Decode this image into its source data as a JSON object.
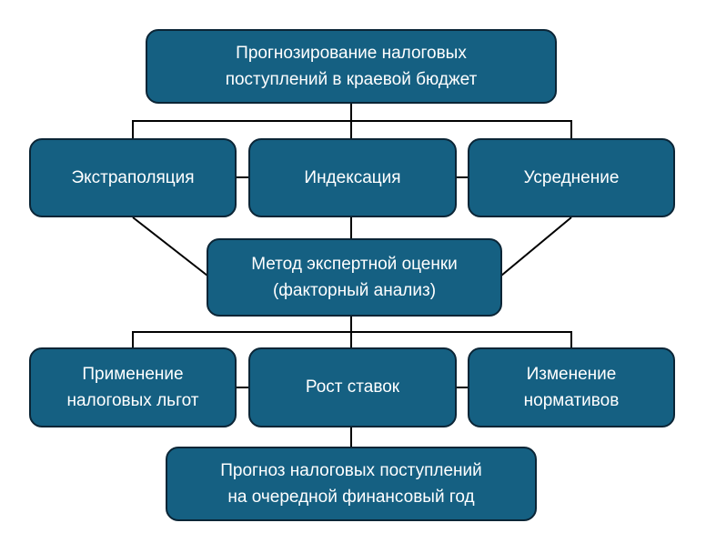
{
  "diagram": {
    "type": "flowchart",
    "colors": {
      "node_fill": "#156082",
      "node_border": "#0b2536",
      "connector_color": "#000000",
      "text_color": "#ffffff",
      "background": "#ffffff"
    },
    "nodes": {
      "root": {
        "label": "Прогнозирование налоговых поступлений в краевой бюджет",
        "lines": [
          "Прогнозирование налоговых",
          "поступлений в краевой бюджет"
        ]
      },
      "extrap": {
        "label": "Экстраполяция",
        "lines": [
          "Экстраполяция"
        ]
      },
      "index": {
        "label": "Индексация",
        "lines": [
          "Индексация"
        ]
      },
      "avg": {
        "label": "Усреднение",
        "lines": [
          "Усреднение"
        ]
      },
      "expert": {
        "label": "Метод экспертной оценки (факторный анализ)",
        "lines": [
          "Метод экспертной оценки",
          "(факторный анализ)"
        ]
      },
      "benefits": {
        "label": "Применение налоговых льгот",
        "lines": [
          "Применение",
          "налоговых льгот"
        ]
      },
      "rates": {
        "label": "Рост ставок",
        "lines": [
          "Рост ставок"
        ]
      },
      "norms": {
        "label": "Изменение нормативов",
        "lines": [
          "Изменение",
          "нормативов"
        ]
      },
      "result": {
        "label": "Прогноз налоговых поступлений на очередной финансовый год",
        "lines": [
          "Прогноз налоговых поступлений",
          "на очередной финансовый год"
        ]
      }
    },
    "edges": [
      {
        "from": "root",
        "to": "extrap"
      },
      {
        "from": "root",
        "to": "index"
      },
      {
        "from": "root",
        "to": "avg"
      },
      {
        "from": "extrap",
        "to": "index",
        "style": "sibling-link"
      },
      {
        "from": "index",
        "to": "avg",
        "style": "sibling-link"
      },
      {
        "from": "extrap",
        "to": "expert",
        "style": "diagonal"
      },
      {
        "from": "index",
        "to": "expert"
      },
      {
        "from": "avg",
        "to": "expert",
        "style": "diagonal"
      },
      {
        "from": "expert",
        "to": "benefits"
      },
      {
        "from": "expert",
        "to": "rates"
      },
      {
        "from": "expert",
        "to": "norms"
      },
      {
        "from": "benefits",
        "to": "rates",
        "style": "sibling-link"
      },
      {
        "from": "rates",
        "to": "norms",
        "style": "sibling-link"
      },
      {
        "from": "rates",
        "to": "result"
      }
    ]
  }
}
